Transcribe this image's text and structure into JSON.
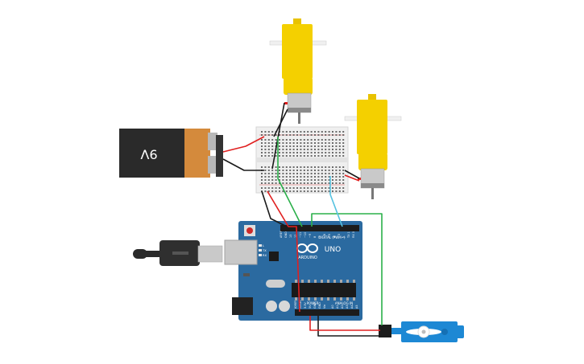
{
  "battery": {
    "label": "9V"
  },
  "arduino": {
    "brand": "ARDUINO",
    "model": "UNO",
    "digital_label": "DIGITAL (PWM~)",
    "analog_label": "ANALOG IN",
    "power_label": "POWER",
    "led_labels": [
      "L",
      "TX",
      "RX"
    ],
    "digital_pins": [
      "AREF",
      "GND",
      "13",
      "12",
      "~11",
      "~10",
      "~9",
      "8",
      "7",
      "~6",
      "~5",
      "4",
      "~3",
      "2",
      "TX 1",
      "RX 0"
    ],
    "power_pins": [
      "IOREF",
      "RESET",
      "3.3V",
      "5V",
      "GND",
      "GND",
      "Vin"
    ],
    "analog_pins": [
      "A0",
      "A1",
      "A2",
      "A3",
      "A4",
      "A5"
    ]
  },
  "colors": {
    "board": "#2b6aa0",
    "motor": "#f4d000",
    "wire_red": "#e02020",
    "wire_black": "#1a1a1a",
    "wire_green": "#2bb04a",
    "wire_cyan": "#55c2e0",
    "servo": "#1d88d4",
    "battery_orange": "#d48a3c"
  }
}
